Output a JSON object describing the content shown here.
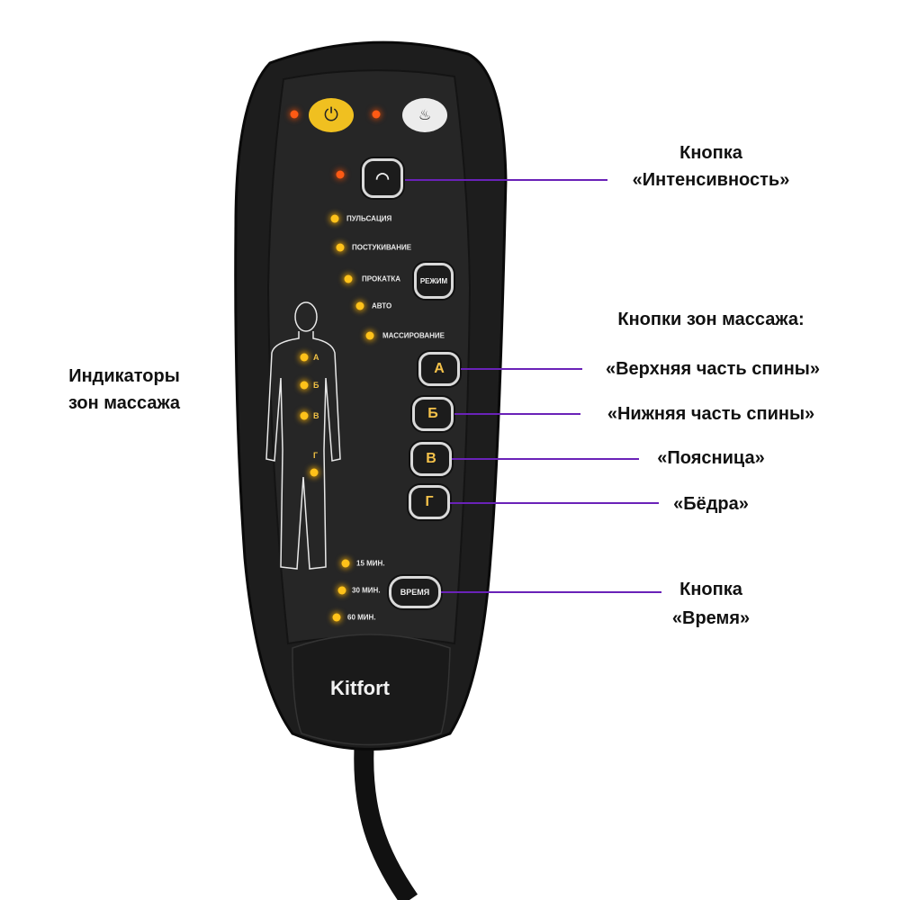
{
  "remote": {
    "brand": "Kitfort",
    "buttons": {
      "power_icon": "power-icon",
      "heat_icon": "heat-icon",
      "intensity_icon": "gauge-icon",
      "mode": "РЕЖИМ",
      "zone_a": "А",
      "zone_b": "Б",
      "zone_v": "В",
      "zone_g": "Г",
      "time": "ВРЕМЯ"
    },
    "modes": [
      "ПУЛЬСАЦИЯ",
      "ПОСТУКИВАНИЕ",
      "ПРОКАТКА",
      "АВТО",
      "МАССИРОВАНИЕ"
    ],
    "zone_indicators": [
      "А",
      "Б",
      "В",
      "Г"
    ],
    "times": [
      "15 МИН.",
      "30 МИН.",
      "60 МИН."
    ]
  },
  "callouts": {
    "intensity": {
      "line1": "Кнопка",
      "line2": "«Интенсивность»"
    },
    "zones_header": "Кнопки зон массажа:",
    "zone_a": "«Верхняя часть спины»",
    "zone_b": "«Нижняя часть спины»",
    "zone_v": "«Поясница»",
    "zone_g": "«Бёдра»",
    "time": {
      "line1": "Кнопка",
      "line2": "«Время»"
    },
    "indicators": {
      "line1": "Индикаторы",
      "line2": "зон массажа"
    }
  },
  "colors": {
    "callout_line": "#6a22b8",
    "led_yellow": "#ffc21a",
    "led_orange": "#ff5a14",
    "power": "#f0c020"
  }
}
